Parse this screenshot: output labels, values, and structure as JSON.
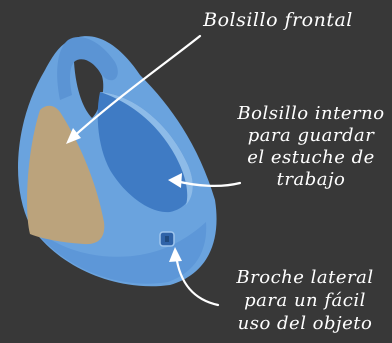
{
  "callouts": {
    "front_pocket": "Bolsillo frontal",
    "inner_pocket": "Bolsillo interno\npara guardar\nel estuche de\ntrabajo",
    "side_clasp": "Broche lateral\npara un fácil\nuso del objeto"
  },
  "colors": {
    "background": "#383838",
    "bag_light": "#7fb0e2",
    "bag_mid": "#5a95d6",
    "bag_dark": "#3a74bd",
    "front_pocket": "#bba37c",
    "label_text": "#ffffff"
  }
}
